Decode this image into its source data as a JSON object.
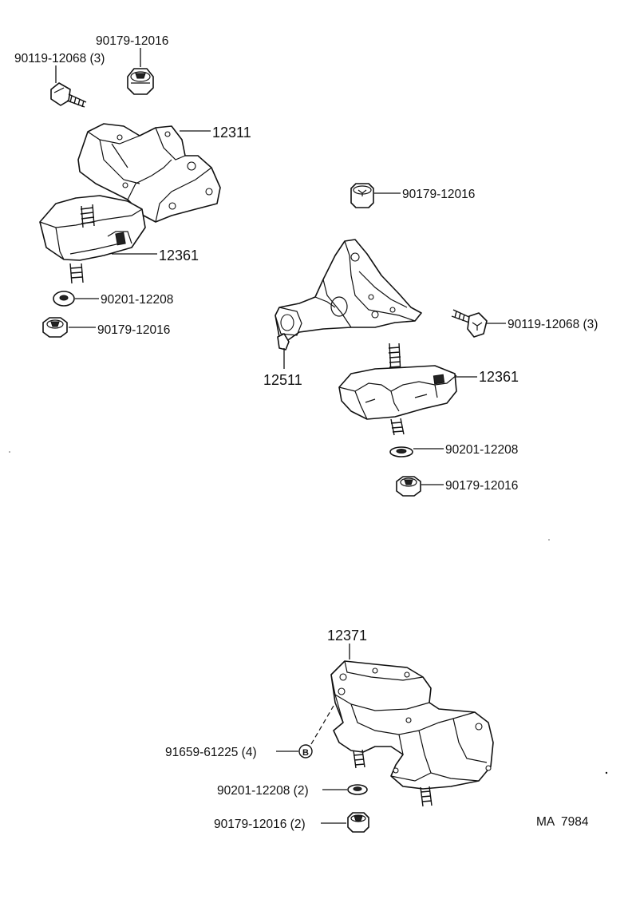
{
  "labels": {
    "top_left_nut": "90179-12016",
    "top_left_bolt": "90119-12068 (3)",
    "bracket_left": "12311",
    "insulator_left": "12361",
    "washer_left": "90201-12208",
    "nut_left": "90179-12016",
    "nut_right_top": "90179-12016",
    "bolt_right": "90119-12068 (3)",
    "bracket_right": "12511",
    "insulator_right": "12361",
    "washer_right": "90201-12208",
    "nut_right": "90179-12016",
    "rear_mount": "12371",
    "rear_bolt": "91659-61225 (4)",
    "rear_washer": "90201-12208 (2)",
    "rear_nut": "90179-12016 (2)",
    "ref_circle": "B",
    "figure_code": "MA  7984"
  }
}
